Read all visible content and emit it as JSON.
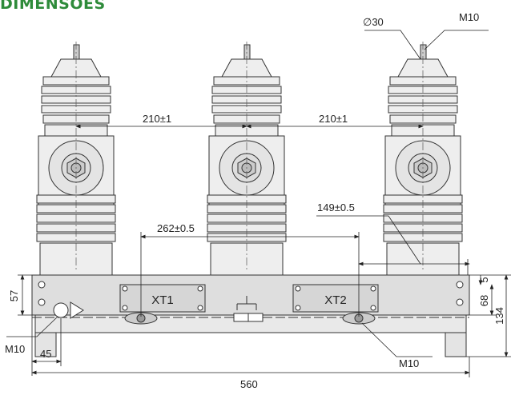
{
  "heading": "DIMENSÕES",
  "dimensions": {
    "diameter": "∅30",
    "thread_top": "M10",
    "pitch_left": "210±1",
    "pitch_right": "210±1",
    "spacing_a": "262±0.5",
    "spacing_b": "149±0.5",
    "height_left": "57",
    "offset_small": "5",
    "height_mid": "68",
    "height_total": "134",
    "thread_left": "M10",
    "thread_bottom": "M10",
    "offset_left": "45",
    "width_total": "560"
  },
  "terminals": {
    "xt1": "XT1",
    "xt2": "XT2"
  },
  "colors": {
    "heading": "#2e8b3a",
    "insulator": "#eeeeee",
    "base": "#dedede",
    "line": "#333333"
  }
}
